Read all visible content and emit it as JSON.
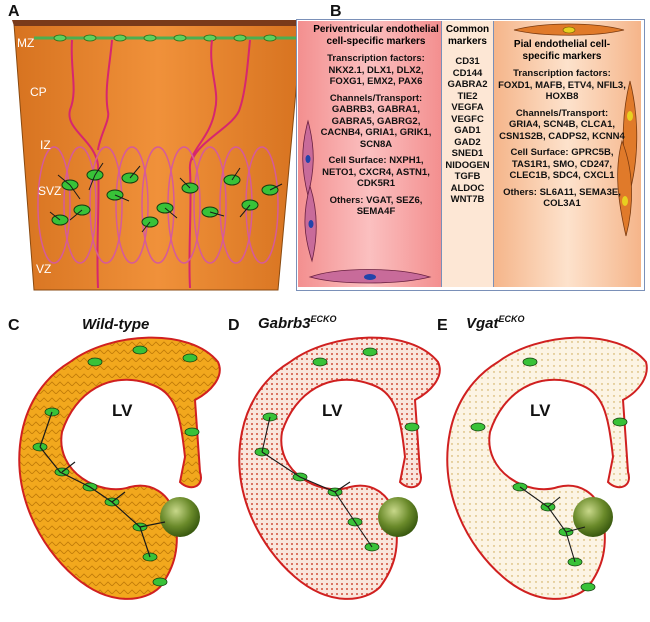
{
  "panels": {
    "A": {
      "letter": "A",
      "layers": [
        "MZ",
        "CP",
        "IZ",
        "SVZ",
        "VZ"
      ]
    },
    "B": {
      "letter": "B",
      "periventricular": {
        "title": "Periventricular endothelial cell-specific markers",
        "tf_label": "Transcription factors:",
        "tf_values": "NKX2.1, DLX1, DLX2, FOXG1, EMX2, PAX6",
        "ch_label": "Channels/Transport:",
        "ch_values": "GABRB3, GABRA1, GABRA5, GABRG2, CACNB4, GRIA1, GRIK1, SCN8A",
        "cs_label": "Cell Surface:",
        "cs_values": "NXPH1, NETO1, CXCR4, ASTN1, CDK5R1",
        "ot_label": "Others:",
        "ot_values": "VGAT, SEZ6, SEMA4F"
      },
      "common": {
        "title": "Common markers",
        "markers": [
          "CD31",
          "CD144",
          "GABRA2",
          "TIE2",
          "VEGFA",
          "VEGFC",
          "GAD1",
          "GAD2",
          "SNED1",
          "NIDOGEN",
          "TGFB",
          "ALDOC",
          "WNT7B"
        ]
      },
      "pial": {
        "title": "Pial endothelial cell-specific markers",
        "tf_label": "Transcription factors:",
        "tf_values": "FOXD1, MAFB, ETV4, NFIL3, HOXB8",
        "ch_label": "Channels/Transport:",
        "ch_values": "GRIA4, SCN4B, CLCA1, CSN1S2B, CADPS2, KCNN4",
        "cs_label": "Cell Surface:",
        "cs_values": "GPRC5B, TAS1R1, SMO, CD247, CLEC1B, SDC4, CXCL1",
        "ot_label": "Others:",
        "ot_values": "SL6A11, SEMA3E, COL3A1"
      }
    },
    "C": {
      "letter": "C",
      "title": "Wild-type",
      "lv": "LV"
    },
    "D": {
      "letter": "D",
      "title": "Gabrb3",
      "sup": "ECKO",
      "lv": "LV"
    },
    "E": {
      "letter": "E",
      "title": "Vgat",
      "sup": "ECKO",
      "lv": "LV"
    }
  },
  "colors": {
    "cortex_orange": "#e8882e",
    "periventricular_box": "#f6a3a3",
    "common_box": "#fde7d5",
    "pial_box": "#f7caa6",
    "wildtype_fill": "#f2a81d",
    "gabrb3_fill": "#f7d8cf",
    "vgat_fill": "#fbf3e2",
    "cell_green": "#35c135",
    "vessel_magenta": "#d6266f"
  }
}
